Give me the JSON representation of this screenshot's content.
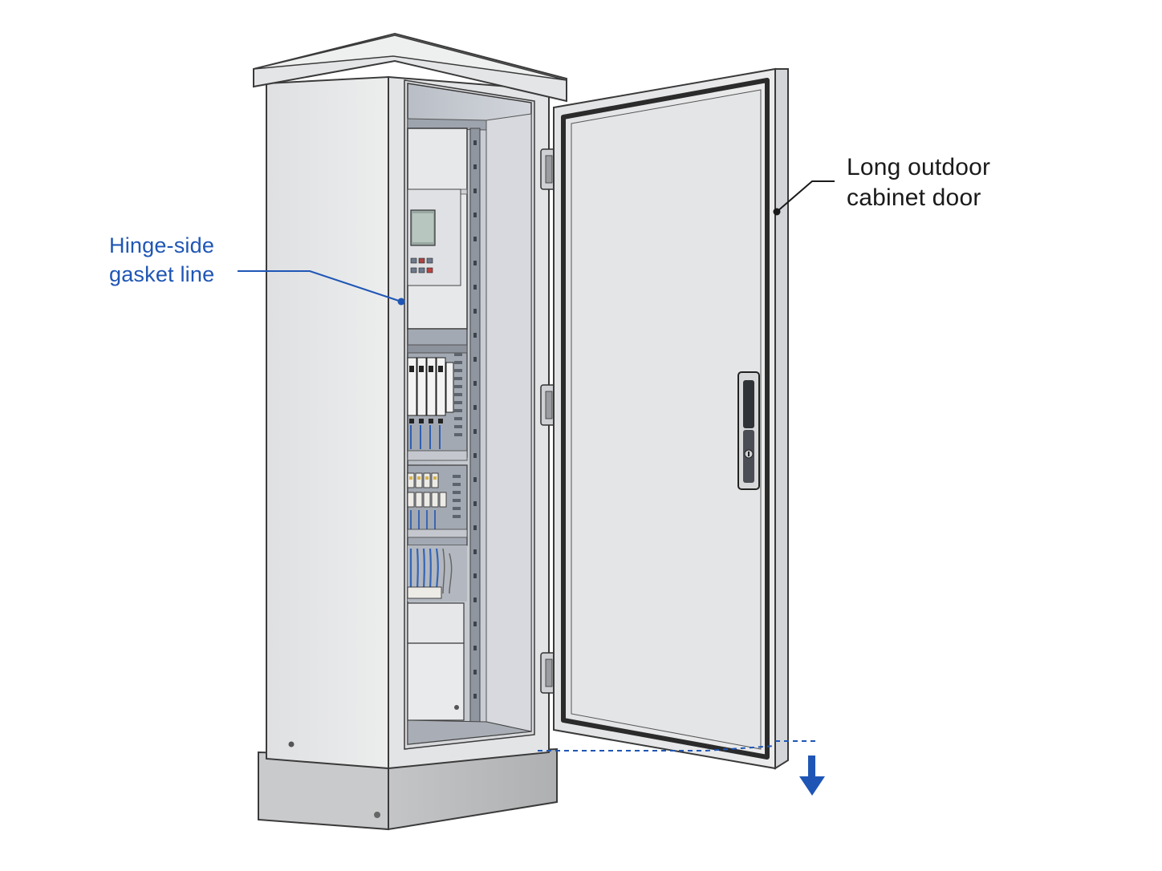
{
  "labels": {
    "door": {
      "line1": "Long outdoor",
      "line2": "cabinet door"
    },
    "gasket": {
      "line1": "Hinge-side",
      "line2": "gasket line"
    }
  },
  "colors": {
    "accent_blue": "#1f56b5",
    "outline": "#3a3a3a",
    "cabinet_body": "#e6e7e9",
    "cabinet_side": "#d9dadd",
    "plinth": "#b9babc",
    "gasket": "#2b2b2b",
    "interior": "#c9ccd2"
  },
  "icons": {
    "sag_arrow": "arrow-down-icon",
    "door_handle": "handle-lock-icon"
  }
}
